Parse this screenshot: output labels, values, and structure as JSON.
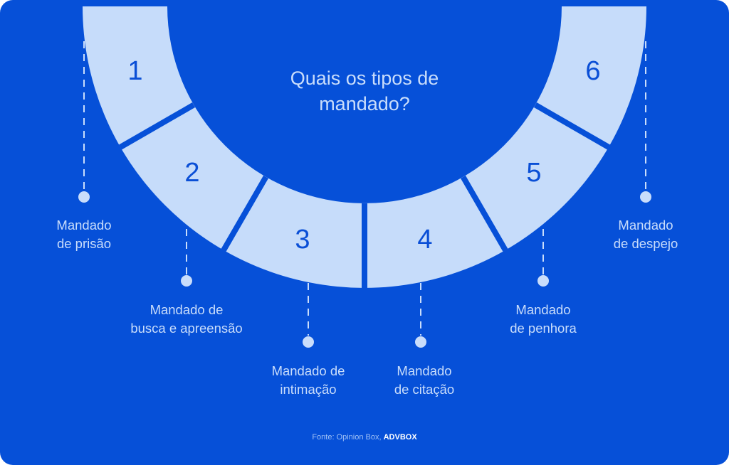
{
  "title": {
    "line1": "Quais os tipos de",
    "line2": "mandado?"
  },
  "colors": {
    "background": "#0650d8",
    "segment_fill": "#c6dcfa",
    "text_light": "#c9ddfb",
    "number_text": "#0a4fd6"
  },
  "segments": [
    {
      "number": "1",
      "label_line1": "Mandado",
      "label_line2": "de prisão"
    },
    {
      "number": "2",
      "label_line1": "Mandado de",
      "label_line2": "busca e apreensão"
    },
    {
      "number": "3",
      "label_line1": "Mandado de",
      "label_line2": "intimação"
    },
    {
      "number": "4",
      "label_line1": "Mandado",
      "label_line2": "de citação"
    },
    {
      "number": "5",
      "label_line1": "Mandado",
      "label_line2": "de penhora"
    },
    {
      "number": "6",
      "label_line1": "Mandado",
      "label_line2": "de despejo"
    }
  ],
  "source": {
    "prefix": "Fonte: Opinion Box,",
    "brand": "ADVBOX"
  }
}
